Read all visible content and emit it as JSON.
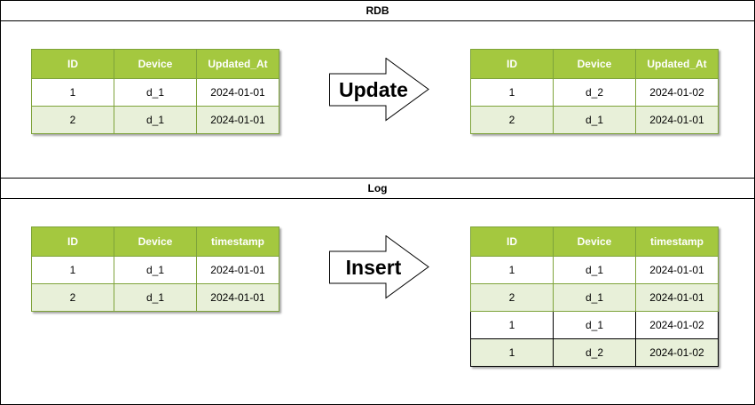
{
  "rdb": {
    "title": "RDB",
    "before": {
      "headers": [
        "ID",
        "Device",
        "Updated_At"
      ],
      "rows": [
        [
          "1",
          "d_1",
          "2024-01-01"
        ],
        [
          "2",
          "d_1",
          "2024-01-01"
        ]
      ]
    },
    "arrow_label": "Update",
    "after": {
      "headers": [
        "ID",
        "Device",
        "Updated_At"
      ],
      "rows": [
        [
          "1",
          "d_2",
          "2024-01-02"
        ],
        [
          "2",
          "d_1",
          "2024-01-01"
        ]
      ]
    }
  },
  "log": {
    "title": "Log",
    "before": {
      "headers": [
        "ID",
        "Device",
        "timestamp"
      ],
      "rows": [
        [
          "1",
          "d_1",
          "2024-01-01"
        ],
        [
          "2",
          "d_1",
          "2024-01-01"
        ]
      ]
    },
    "arrow_label": "Insert",
    "after": {
      "headers": [
        "ID",
        "Device",
        "timestamp"
      ],
      "rows": [
        [
          "1",
          "d_1",
          "2024-01-01"
        ],
        [
          "2",
          "d_1",
          "2024-01-01"
        ],
        [
          "1",
          "d_1",
          "2024-01-02"
        ],
        [
          "1",
          "d_2",
          "2024-01-02"
        ]
      ]
    }
  },
  "colors": {
    "header_green": "#a4c83f",
    "row_tint": "#e8f0d9",
    "border_green": "#7ea33a"
  }
}
